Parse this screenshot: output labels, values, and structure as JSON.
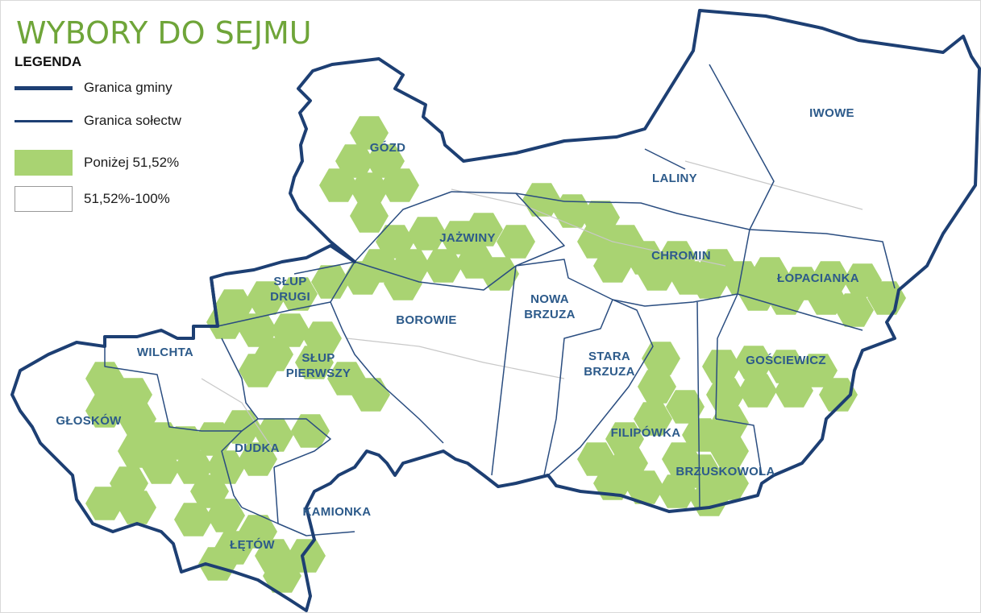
{
  "title": "WYBORY DO SEJMU",
  "legend": {
    "heading": "LEGENDA",
    "items": [
      {
        "label": "Granica gminy",
        "type": "municipality-border"
      },
      {
        "label": "Granica sołectw",
        "type": "village-border"
      },
      {
        "label": "Poniżej 51,52%",
        "type": "below-threshold-fill"
      },
      {
        "label": "51,52%-100%",
        "type": "above-threshold-fill"
      }
    ]
  },
  "colors": {
    "title": "#6fa539",
    "border": "#1d3f73",
    "label": "#2c5a8a",
    "fill_below": "#a9d372",
    "fill_above": "#ffffff"
  },
  "villages": [
    {
      "name": "GÓZD",
      "turnout_below_threshold": true
    },
    {
      "name": "JAŻWINY",
      "turnout_below_threshold": true
    },
    {
      "name": "LALINY",
      "turnout_below_threshold": false
    },
    {
      "name": "IWOWE",
      "turnout_below_threshold": false
    },
    {
      "name": "CHROMIN",
      "turnout_below_threshold": true
    },
    {
      "name": "ŁOPACIANKA",
      "turnout_below_threshold": true
    },
    {
      "name": "SŁUP DRUGI",
      "lines": [
        "SŁUP",
        "DRUGI"
      ],
      "turnout_below_threshold": true
    },
    {
      "name": "BOROWIE",
      "turnout_below_threshold": false
    },
    {
      "name": "NOWA BRZUZA",
      "lines": [
        "NOWA",
        "BRZUZA"
      ],
      "turnout_below_threshold": false
    },
    {
      "name": "SŁUP PIERWSZY",
      "lines": [
        "SŁUP",
        "PIERWSZY"
      ],
      "turnout_below_threshold": true
    },
    {
      "name": "STARA BRZUZA",
      "lines": [
        "STARA",
        "BRZUZA"
      ],
      "turnout_below_threshold": false
    },
    {
      "name": "GOŚCIEWICZ",
      "turnout_below_threshold": true
    },
    {
      "name": "WILCHTA",
      "turnout_below_threshold": false
    },
    {
      "name": "GŁOSKÓW",
      "turnout_below_threshold": true
    },
    {
      "name": "DUDKA",
      "turnout_below_threshold": true
    },
    {
      "name": "FILIPÓWKA",
      "turnout_below_threshold": true
    },
    {
      "name": "BRZUSKOWOLA",
      "turnout_below_threshold": true
    },
    {
      "name": "KAMIONKA",
      "turnout_below_threshold": false
    },
    {
      "name": "ŁĘTÓW",
      "turnout_below_threshold": true
    }
  ]
}
